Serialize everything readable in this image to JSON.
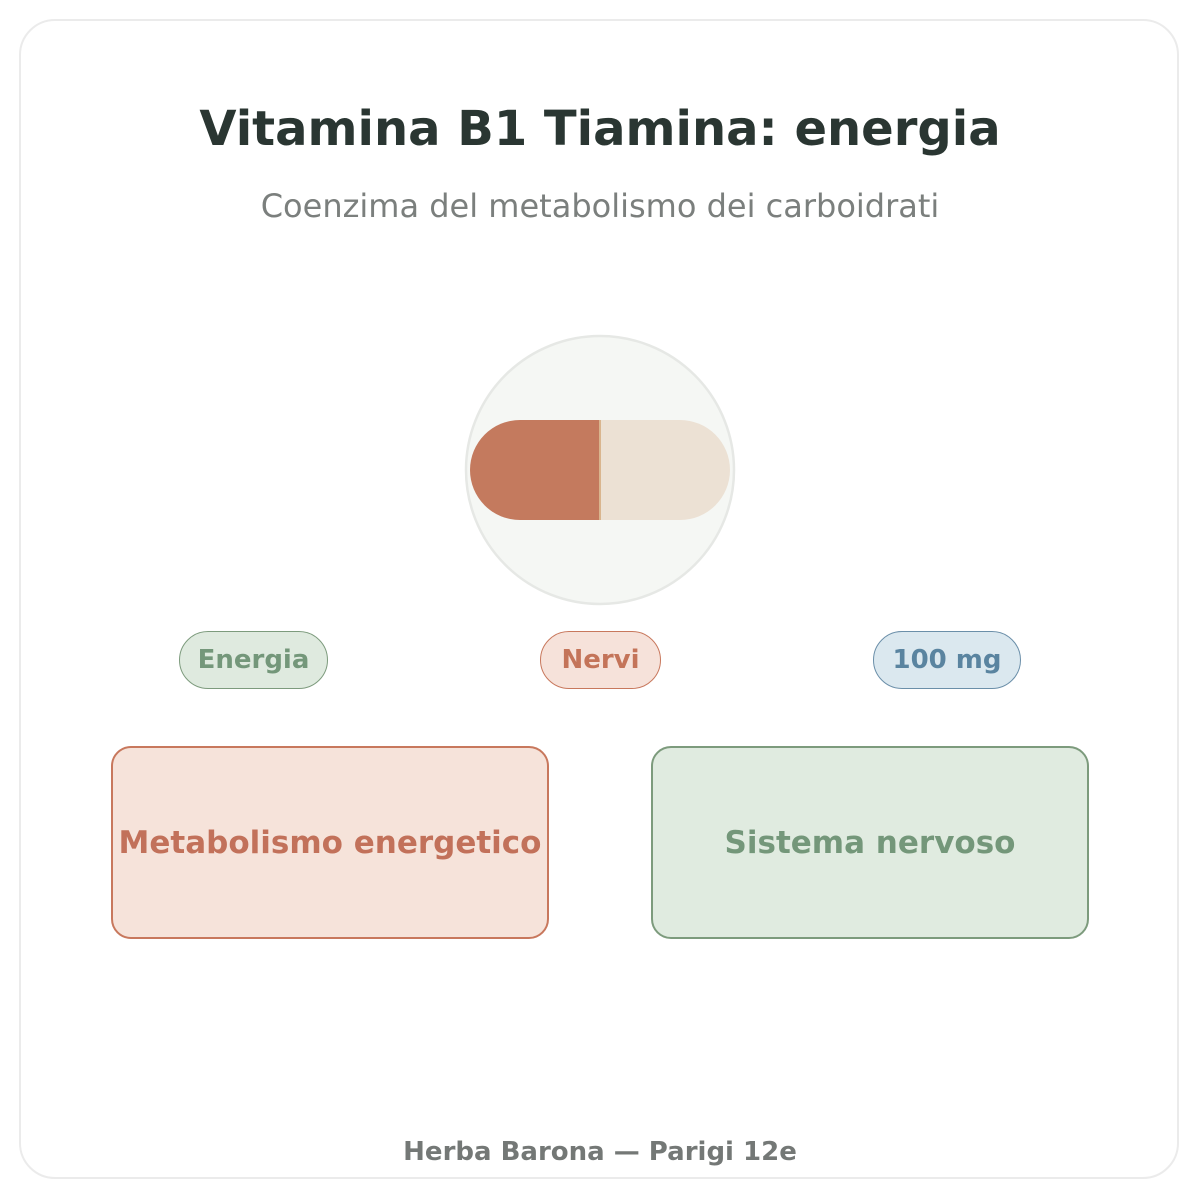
{
  "header": {
    "title": "Vitamina B1 Tiamina: energia",
    "subtitle": "Coenzima del metabolismo dei carboidrati"
  },
  "illustration": {
    "icon": "capsule-icon",
    "colors": {
      "circle_fill": "#f5f7f4",
      "circle_stroke": "#e6e8e5",
      "capsule_left": "#c47a5e",
      "capsule_right": "#ece1d4",
      "seam": "#d9b58e"
    }
  },
  "tags": [
    {
      "label": "Energia",
      "color": "#74977a"
    },
    {
      "label": "Nervi",
      "color": "#c47459"
    },
    {
      "label": "100 mg",
      "color": "#5a84a0"
    }
  ],
  "boxes": [
    {
      "label": "Metabolismo energetico",
      "color": "#c2715a"
    },
    {
      "label": "Sistema nervoso",
      "color": "#74977a"
    }
  ],
  "footer": {
    "text": "Herba Barona — Parigi 12e"
  }
}
